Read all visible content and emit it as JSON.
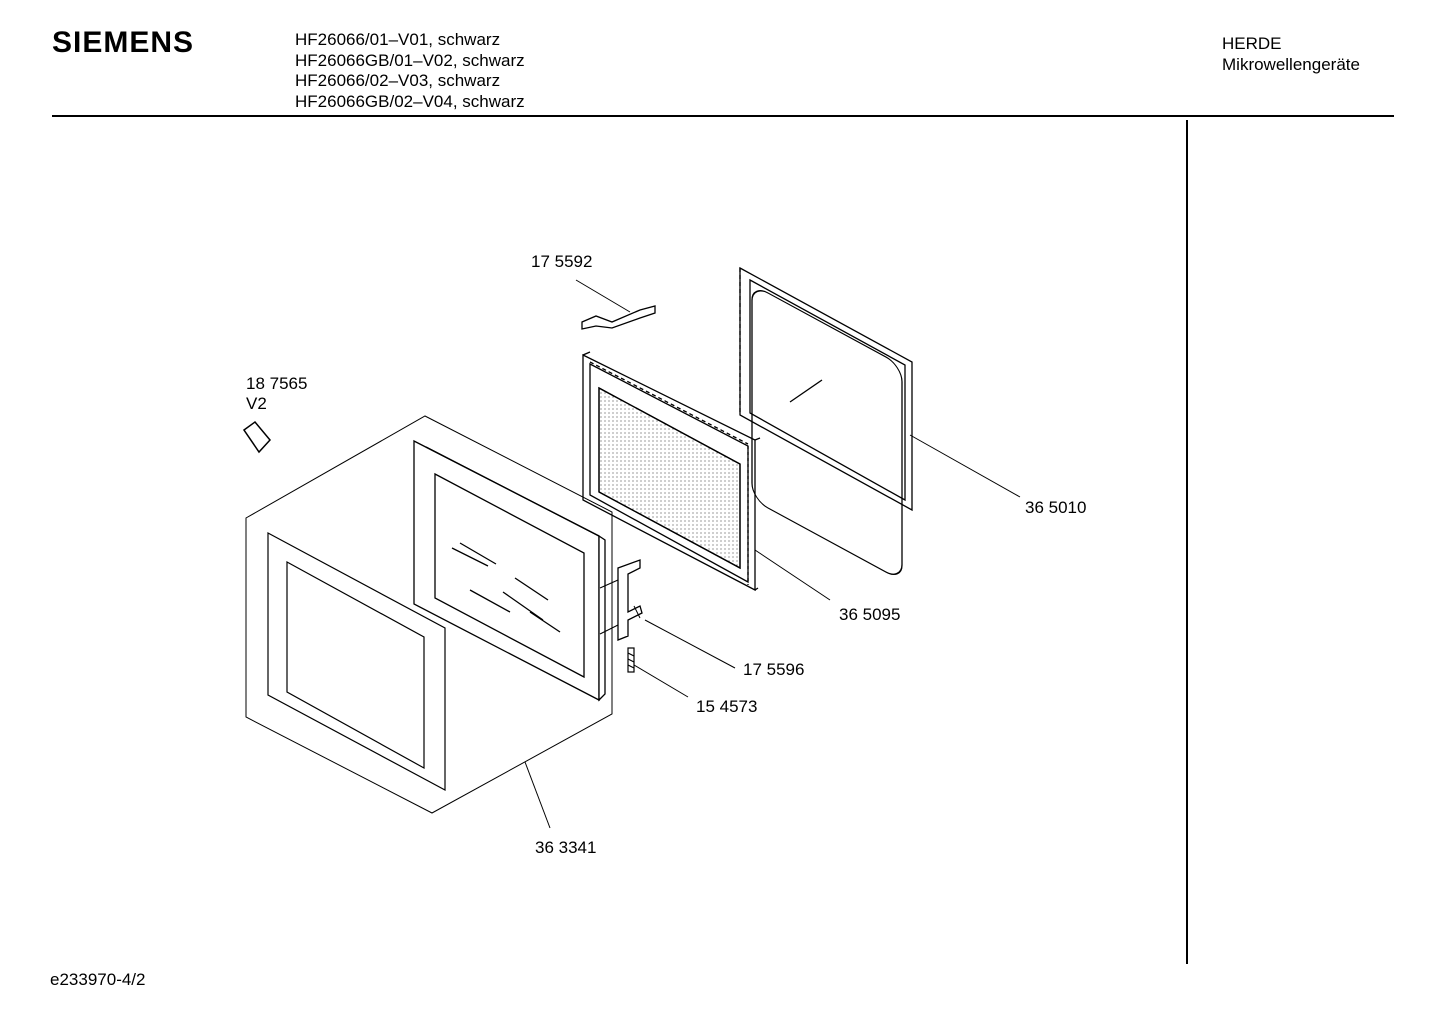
{
  "header": {
    "brand": "SIEMENS",
    "models": [
      "HF26066/01–V01, schwarz",
      "HF26066GB/01–V02, schwarz",
      "HF26066/02–V03, schwarz",
      "HF26066GB/02–V04, schwarz"
    ],
    "category_line1": "HERDE",
    "category_line2": "Mikrowellengeräte"
  },
  "parts": [
    {
      "number": "17 5592"
    },
    {
      "number": "18 7565",
      "variant": "V2"
    },
    {
      "number": "36 5010"
    },
    {
      "number": "36 5095"
    },
    {
      "number": "17 5596"
    },
    {
      "number": "15 4573"
    },
    {
      "number": "36 3341"
    }
  ],
  "footer": {
    "code": "e233970",
    "page": "-4/2"
  }
}
